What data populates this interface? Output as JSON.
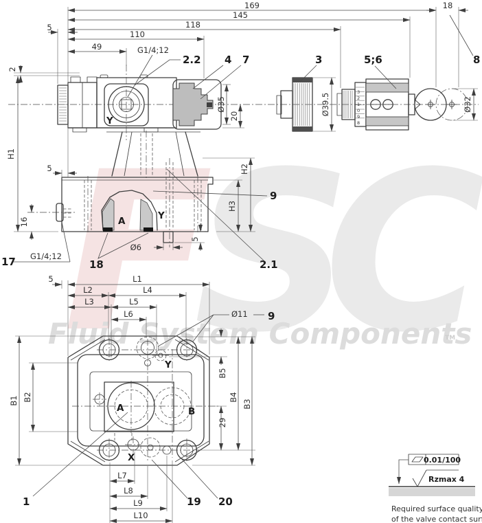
{
  "colors": {
    "line": "#3f3f3f",
    "dimension": "#4a4a4a",
    "connector_gray": "#bdbdbd",
    "seal_black": "#161616",
    "watermark_red": "#f5e3e3",
    "watermark_gray": "#eaeaea",
    "tagline_gray": "#dcdcdc",
    "surface_gray": "#d6d6d6"
  },
  "watermark": {
    "letter_f": "F",
    "letter_s": "S",
    "letter_c": "C",
    "tagline": "Fluid System Components",
    "trademark": "TM"
  },
  "side_view": {
    "dimensions": {
      "overall_length": "169",
      "length_145": "145",
      "length_118": "118",
      "length_110": "110",
      "length_49": "49",
      "offset_5_top": "5",
      "step_2": "2",
      "height_h1": "H1",
      "height_h2": "H2",
      "height_h3": "H3",
      "offset_5_left": "5",
      "port_height_16": "16",
      "key_pitch_18": "18",
      "connector_dia": "Ø35",
      "dim_20": "20",
      "knob_dia": "Ø39.5",
      "key_dia": "Ø32",
      "pin_dia": "Ø6",
      "pin_len_5": "5"
    },
    "labels": {
      "port_thread_top": "G1/4;12",
      "port_thread_side": "G1/4;12",
      "port_y_top": "Y",
      "port_y_bottom": "Y",
      "port_a": "A"
    },
    "callouts": {
      "item_2_2": "2.2",
      "item_4": "4",
      "item_7": "7",
      "item_3": "3",
      "item_5_6": "5;6",
      "item_8": "8",
      "item_9": "9",
      "item_17": "17",
      "item_18": "18",
      "item_2_1": "2.1"
    },
    "scale_digits": [
      "3",
      "2",
      "1",
      "0",
      "9",
      "8"
    ]
  },
  "bottom_view": {
    "dimensions": {
      "l1": "L1",
      "l2": "L2",
      "l3": "L3",
      "l4": "L4",
      "l5": "L5",
      "l6": "L6",
      "l7": "L7",
      "l8": "L8",
      "l9": "L9",
      "l10": "L10",
      "b1": "B1",
      "b2": "B2",
      "b3": "B3",
      "b4": "B4",
      "b5": "B5",
      "offset_5": "5",
      "hole_dia": "Ø11",
      "spacing_29": "29"
    },
    "labels": {
      "port_a": "A",
      "port_b": "B",
      "port_x": "X",
      "port_y": "Y"
    },
    "callouts": {
      "item_1": "1",
      "item_9": "9",
      "item_19": "19",
      "item_20": "20"
    }
  },
  "surface_note": {
    "flatness_tolerance": "0.01/100",
    "roughness": "Rzmax 4",
    "caption_line1": "Required surface quality",
    "caption_line2": "of the valve contact surface"
  }
}
